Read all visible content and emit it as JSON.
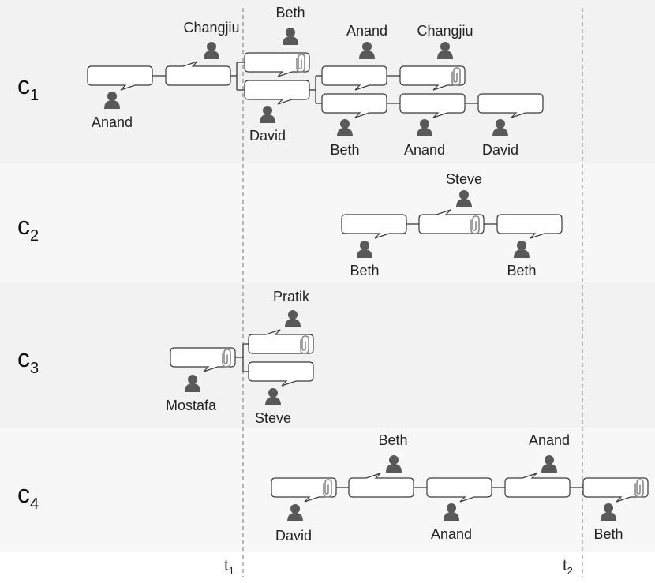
{
  "conversations": [
    {
      "id": "c1",
      "label_main": "c",
      "label_sub": "1",
      "messages": [
        {
          "id": "m1",
          "author": "Anand",
          "attachment": false
        },
        {
          "id": "m2",
          "author": "Changjiu",
          "attachment": false
        },
        {
          "id": "m3",
          "author": "Beth",
          "attachment": true
        },
        {
          "id": "m4",
          "author": "David",
          "attachment": false
        },
        {
          "id": "m5",
          "author": "Anand",
          "attachment": false
        },
        {
          "id": "m6",
          "author": "Changjiu",
          "attachment": true
        },
        {
          "id": "m7",
          "author": "Beth",
          "attachment": false
        },
        {
          "id": "m8",
          "author": "Anand",
          "attachment": false
        },
        {
          "id": "m9",
          "author": "David",
          "attachment": false
        }
      ]
    },
    {
      "id": "c2",
      "label_main": "c",
      "label_sub": "2",
      "messages": [
        {
          "id": "m1",
          "author": "Beth",
          "attachment": false
        },
        {
          "id": "m2",
          "author": "Steve",
          "attachment": true
        },
        {
          "id": "m3",
          "author": "Beth",
          "attachment": false
        }
      ]
    },
    {
      "id": "c3",
      "label_main": "c",
      "label_sub": "3",
      "messages": [
        {
          "id": "m1",
          "author": "Mostafa",
          "attachment": true
        },
        {
          "id": "m2",
          "author": "Pratik",
          "attachment": true
        },
        {
          "id": "m3",
          "author": "Steve",
          "attachment": false
        }
      ]
    },
    {
      "id": "c4",
      "label_main": "c",
      "label_sub": "4",
      "messages": [
        {
          "id": "m1",
          "author": "David",
          "attachment": true
        },
        {
          "id": "m2",
          "author": "Beth",
          "attachment": false
        },
        {
          "id": "m3",
          "author": "Anand",
          "attachment": false
        },
        {
          "id": "m4",
          "author": "Anand",
          "attachment": false
        },
        {
          "id": "m5",
          "author": "Beth",
          "attachment": true
        }
      ]
    }
  ],
  "time_markers": [
    {
      "id": "t1",
      "main": "t",
      "sub": "1"
    },
    {
      "id": "t2",
      "main": "t",
      "sub": "2"
    }
  ],
  "colors": {
    "band_dark": "#f2f2f2",
    "band_light": "#f7f7f7",
    "person_icon": "#595959",
    "bubble_stroke": "#3a3a3a",
    "bubble_fill": "#ffffff",
    "connector": "#3a3a3a",
    "divider": "#8c8c8c",
    "paperclip": "#8a8a8a"
  },
  "icons": {
    "person": "person-icon",
    "attachment": "paperclip-icon"
  }
}
